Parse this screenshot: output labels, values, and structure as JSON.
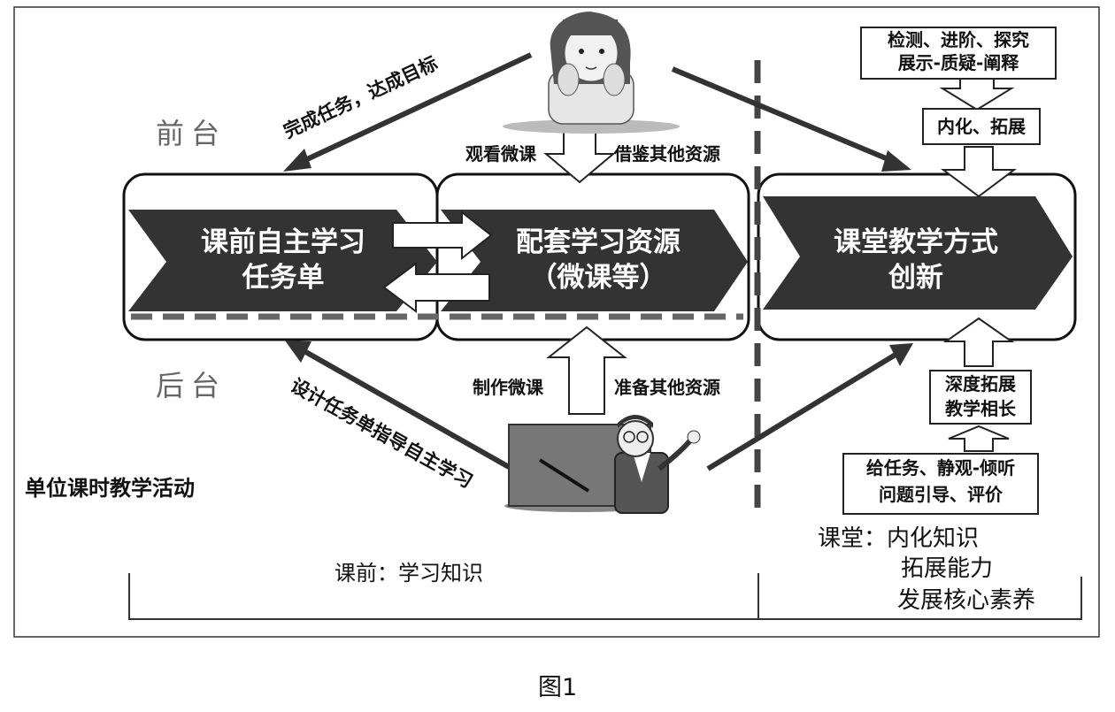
{
  "labels": {
    "front_stage": "前台",
    "back_stage": "后台",
    "complete_task": "完成任务，达成目标",
    "watch_micro": "观看微课",
    "borrow_resources": "借鉴其他资源",
    "make_micro": "制作微课",
    "prepare_resources": "准备其他资源",
    "design_task": "设计任务单指导自主学习",
    "unit_activity": "单位课时教学活动",
    "pre_class": "课前：学习知识",
    "classroom_1": "课堂：内化知识",
    "classroom_2": "拓展能力",
    "classroom_3": "发展核心素养",
    "caption": "图1"
  },
  "chevrons": {
    "task_sheet_1": "课前自主学习",
    "task_sheet_2": "任务单",
    "resources_1": "配套学习资源",
    "resources_2": "（微课等）",
    "innovation_1": "课堂教学方式",
    "innovation_2": "创新"
  },
  "boxes": {
    "top_1": "检测、进阶、探究",
    "top_2": "展示-质疑-阐释",
    "internalize": "内化、拓展",
    "deep_1": "深度拓展",
    "deep_2": "教学相长",
    "bottom_1": "给任务、静观-倾听",
    "bottom_2": "问题引导、评价"
  }
}
